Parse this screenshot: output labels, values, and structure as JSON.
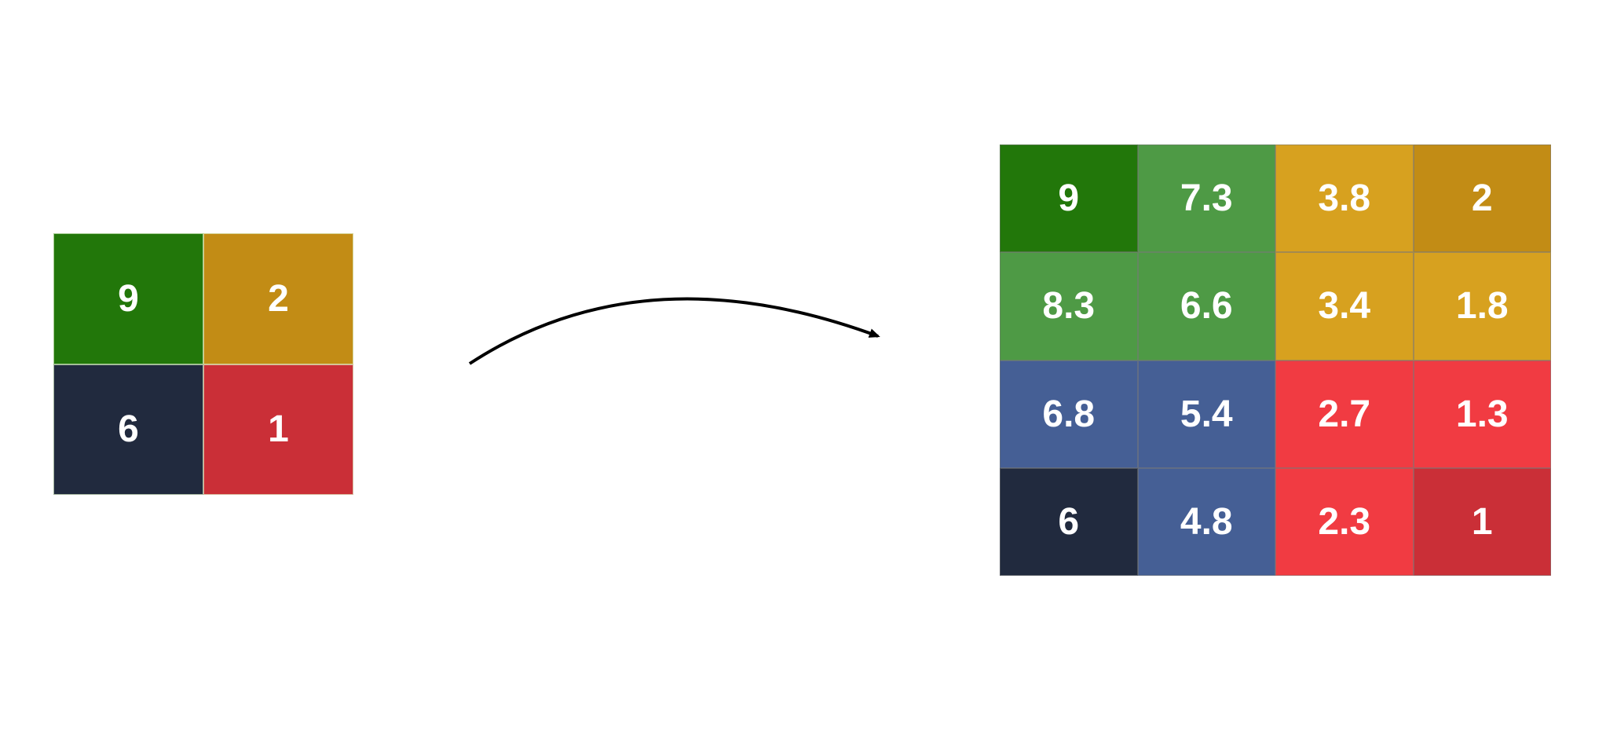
{
  "input_grid": {
    "rows": 2,
    "cols": 2,
    "cells": [
      {
        "value": "9",
        "color": "#22770a"
      },
      {
        "value": "2",
        "color": "#c28c15"
      },
      {
        "value": "6",
        "color": "#212a3e"
      },
      {
        "value": "1",
        "color": "#ca2f37"
      }
    ]
  },
  "output_grid": {
    "rows": 4,
    "cols": 4,
    "cells": [
      {
        "value": "9",
        "color": "#22770a"
      },
      {
        "value": "7.3",
        "color": "#4e9a45"
      },
      {
        "value": "3.8",
        "color": "#d7a11f"
      },
      {
        "value": "2",
        "color": "#c28c15"
      },
      {
        "value": "8.3",
        "color": "#4e9a45"
      },
      {
        "value": "6.6",
        "color": "#4e9a45"
      },
      {
        "value": "3.4",
        "color": "#d7a11f"
      },
      {
        "value": "1.8",
        "color": "#d7a11f"
      },
      {
        "value": "6.8",
        "color": "#455f95"
      },
      {
        "value": "5.4",
        "color": "#455f95"
      },
      {
        "value": "2.7",
        "color": "#f13b42"
      },
      {
        "value": "1.3",
        "color": "#f13b42"
      },
      {
        "value": "6",
        "color": "#212a3e"
      },
      {
        "value": "4.8",
        "color": "#455f95"
      },
      {
        "value": "2.3",
        "color": "#f13b42"
      },
      {
        "value": "1",
        "color": "#ca2f37"
      }
    ]
  },
  "arrow": {
    "color": "#000000",
    "direction": "left-to-right"
  }
}
